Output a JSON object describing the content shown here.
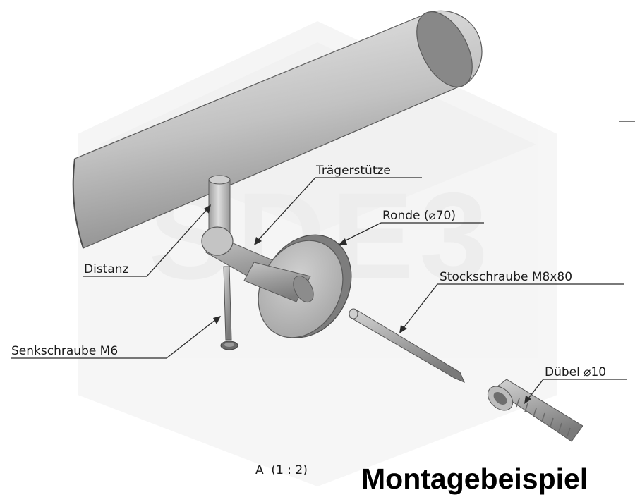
{
  "labels": {
    "traegerstuetze": "Trägerstütze",
    "ronde": "Ronde (⌀70)",
    "distanz": "Distanz",
    "stockschraube": "Stockschraube M8x80",
    "senkschraube": "Senkschraube M6",
    "duebel": "Dübel ⌀10"
  },
  "view_scale": "A  (1 : 2)",
  "title": "Montagebeispiel",
  "logo_text": "SDE3",
  "colors": {
    "part_light": "#e6e6e6",
    "part_mid": "#b4b4b4",
    "part_dark": "#7c7c7c",
    "watermark": "#f1f1f1",
    "line": "#2a2a2a"
  },
  "icons": [
    "handrail-part",
    "bracket-part",
    "rosette-part",
    "screw-part",
    "dowel-part",
    "watermark-logo"
  ]
}
